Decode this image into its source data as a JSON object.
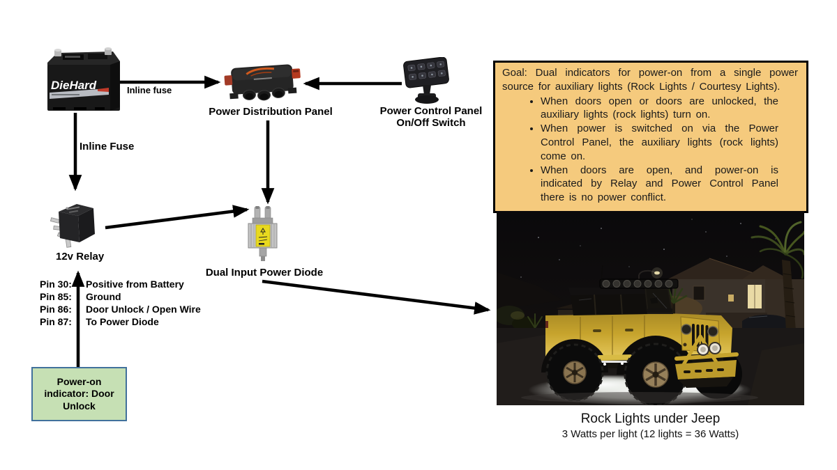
{
  "goal_box": {
    "intro": "Goal:  Dual indicators for power-on from a single power source for auxiliary lights (Rock Lights / Courtesy Lights).",
    "bullets": [
      "When doors open or doors are unlocked, the auxiliary lights (rock lights) turn on.",
      "When power is switched on via the Power Control Panel, the auxiliary lights (rock lights) come on.",
      "When doors are open, and power-on is indicated by Relay and Power Control Panel there is no power conflict."
    ]
  },
  "components": {
    "battery_brand": "DieHard",
    "inline_fuse_top": "Inline fuse",
    "inline_fuse_side": "Inline Fuse",
    "pdp_label": "Power Distribution Panel",
    "pcp_label_line1": "Power Control Panel",
    "pcp_label_line2": "On/Off Switch",
    "relay_label": "12v Relay",
    "diode_label": "Dual Input Power Diode",
    "power_on_box": "Power-on indicator: Door Unlock"
  },
  "relay_pins": [
    {
      "pin": "Pin 30:",
      "desc": "Positive from Battery"
    },
    {
      "pin": "Pin 85:",
      "desc": "Ground"
    },
    {
      "pin": "Pin 86:",
      "desc": "Door Unlock / Open Wire"
    },
    {
      "pin": "Pin 87:",
      "desc": "To Power Diode"
    }
  ],
  "photo": {
    "caption": "Rock Lights under Jeep",
    "subcaption": "3 Watts per light (12 lights = 36 Watts)",
    "description": "Yellow Jeep Wrangler at night with white rock lights glowing underneath, houses and palm tree behind"
  },
  "colors": {
    "goal_box_bg": "#F5CA7D",
    "green_box_bg": "#C6E0B4",
    "green_box_border": "#41719C",
    "arrow": "#000000",
    "jeep_yellow": "#C7A42D",
    "diode_label_yellow": "#E8D91F"
  }
}
